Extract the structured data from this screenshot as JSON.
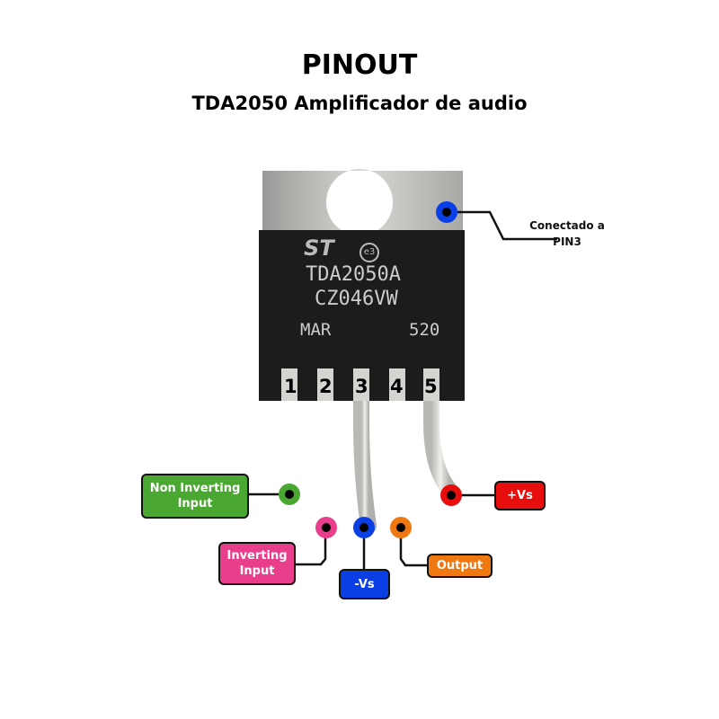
{
  "title": "PINOUT",
  "subtitle": "TDA2050 Amplificador de audio",
  "chip": {
    "logo": "ST",
    "marking_lines": [
      "TDA2050A",
      "CZ046VW"
    ],
    "date_left": "MAR",
    "date_right": "520",
    "e3": "e3"
  },
  "pins": [
    {
      "number": "1",
      "label": "Non Inverting Input",
      "color": "#4aa832"
    },
    {
      "number": "2",
      "label": "Inverting Input",
      "color": "#e83e8c"
    },
    {
      "number": "3",
      "label": "-Vs",
      "color": "#0a3fe6"
    },
    {
      "number": "4",
      "label": "Output",
      "color": "#f07810"
    },
    {
      "number": "5",
      "label": "+Vs",
      "color": "#e80e0e"
    }
  ],
  "tab_note": {
    "line1": "Conectado a",
    "line2": "PIN3",
    "color": "#0a3fe6"
  }
}
